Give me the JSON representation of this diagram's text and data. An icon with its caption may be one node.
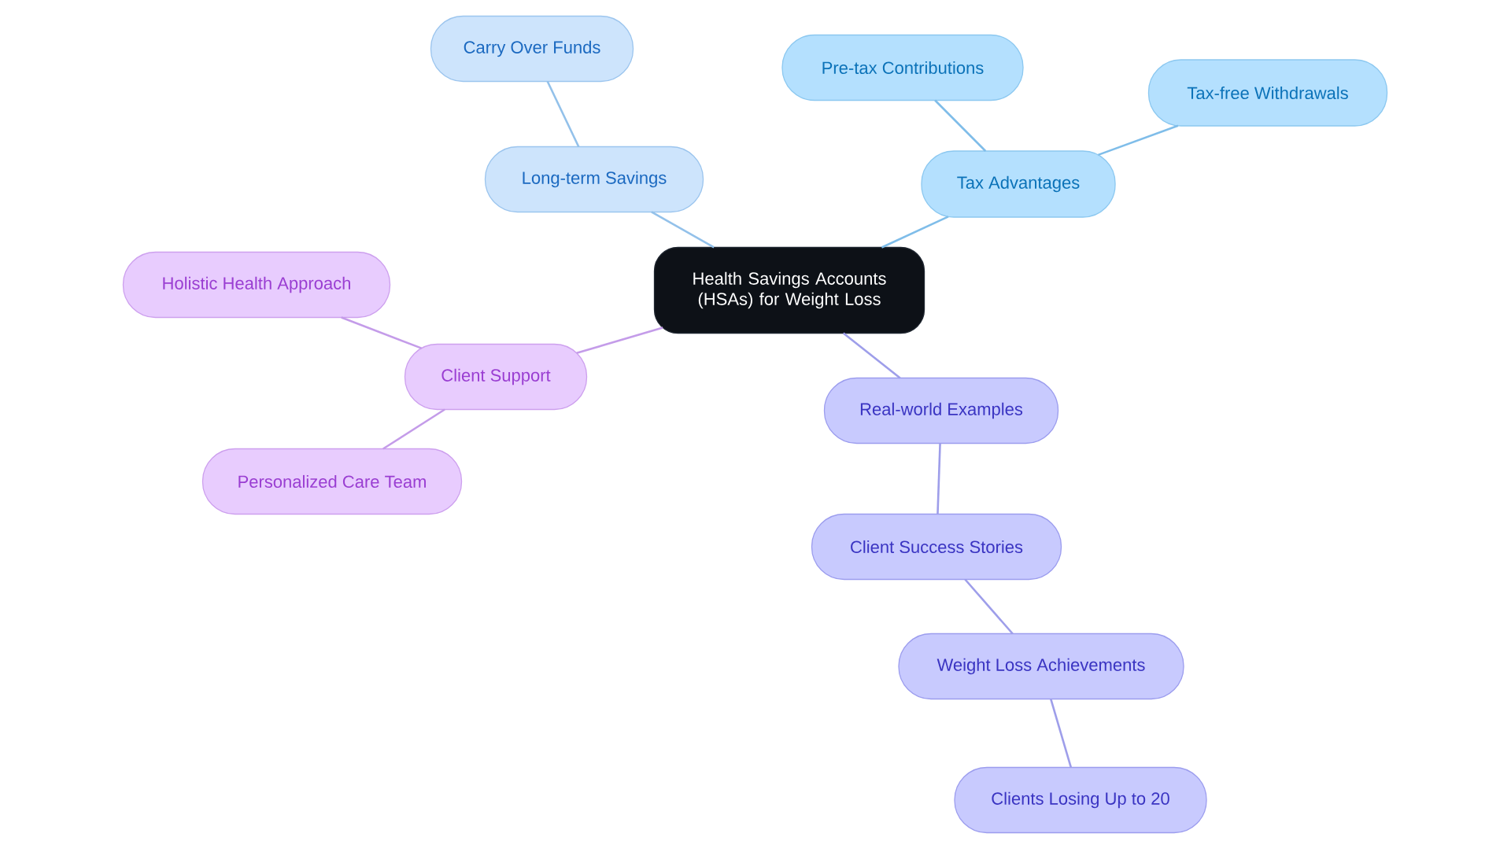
{
  "diagram": {
    "nodes": [
      {
        "text": [
          "Health Savings Accounts (HSAs) for Weight Loss"
        ]
      },
      {
        "text": [
          "Long-term Savings"
        ]
      },
      {
        "text": [
          "Carry Over Funds"
        ]
      },
      {
        "text": [
          "Tax Advantages"
        ]
      },
      {
        "text": [
          "Pre-tax Contributions"
        ]
      },
      {
        "text": [
          "Tax-free Withdrawals"
        ]
      },
      {
        "text": [
          "Client Support"
        ]
      },
      {
        "text": [
          "Holistic Health Approach"
        ]
      },
      {
        "text": [
          "Personalized Care Team"
        ]
      },
      {
        "text": [
          "Real-world Examples"
        ]
      },
      {
        "text": [
          "Client Success Stories"
        ]
      },
      {
        "text": [
          "Weight Loss Achievements"
        ]
      },
      {
        "text": [
          "Clients Losing Up to 20"
        ]
      }
    ],
    "edges": [
      {
        "from": 0,
        "to": 1,
        "arrow": "none",
        "color": "#93c1ea"
      },
      {
        "from": 1,
        "to": 2,
        "arrow": "none",
        "color": "#93c1ea"
      },
      {
        "from": 0,
        "to": 3,
        "arrow": "none",
        "color": "#7fbde9"
      },
      {
        "from": 3,
        "to": 4,
        "arrow": "none",
        "color": "#7fbde9"
      },
      {
        "from": 3,
        "to": 5,
        "arrow": "none",
        "color": "#7fbde9"
      },
      {
        "from": 0,
        "to": 6,
        "arrow": "none",
        "color": "#c49ce9"
      },
      {
        "from": 6,
        "to": 7,
        "arrow": "none",
        "color": "#c49ce9"
      },
      {
        "from": 6,
        "to": 8,
        "arrow": "none",
        "color": "#c49ce9"
      },
      {
        "from": 0,
        "to": 9,
        "arrow": "none"
      },
      {
        "from": 9,
        "to": 10,
        "arrow": "none"
      },
      {
        "from": 10,
        "to": 11,
        "arrow": "none"
      },
      {
        "from": 11,
        "to": 12,
        "arrow": "none"
      }
    ]
  }
}
